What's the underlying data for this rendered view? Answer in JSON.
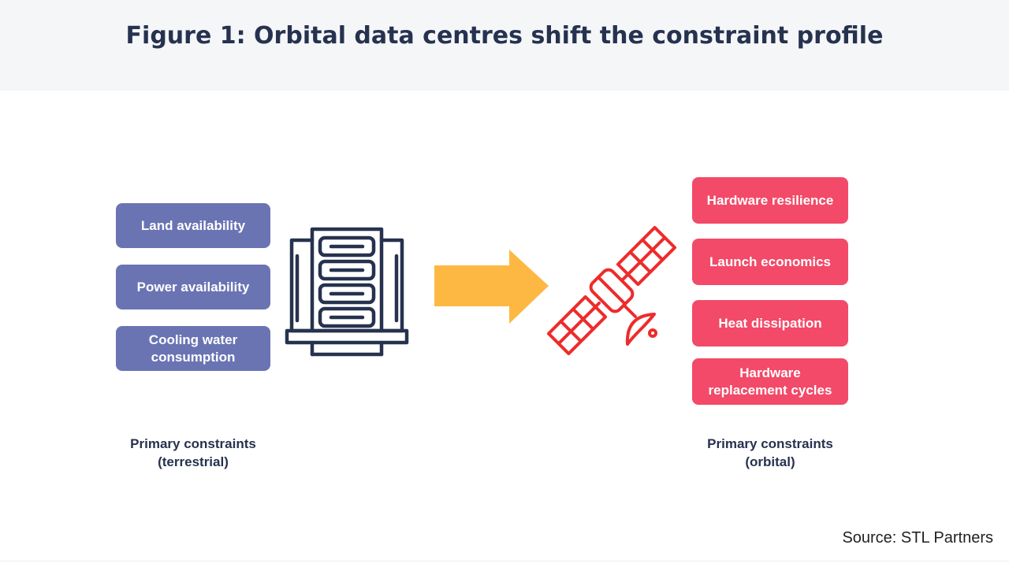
{
  "title": "Figure 1: Orbital data centres shift the constraint profile",
  "terrestrial": {
    "constraints": [
      "Land availability",
      "Power availability",
      "Cooling water\nconsumption"
    ],
    "caption": "Primary constraints\n(terrestrial)",
    "color": "#6a74b3"
  },
  "orbital": {
    "constraints": [
      "Hardware resilience",
      "Launch economics",
      "Heat dissipation",
      "Hardware\nreplacement cycles"
    ],
    "caption": "Primary constraints\n(orbital)",
    "color": "#f24a68"
  },
  "icons": {
    "left": "server-rack-icon",
    "middle": "arrow-right-icon",
    "right": "satellite-icon"
  },
  "colors": {
    "title": "#26324f",
    "arrow": "#fdb844",
    "satellite": "#ee2b2b"
  },
  "source": "Source: STL Partners"
}
